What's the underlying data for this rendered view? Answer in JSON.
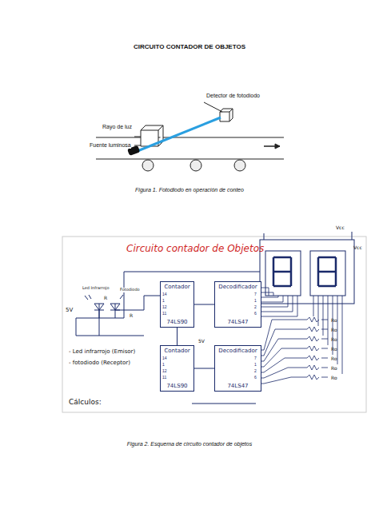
{
  "diagram": {
    "title": "CIRCUITO CONTADOR DE OBJETOS",
    "caption": "Figura 2. Esquema de circuito contador de objetos",
    "nodes": [
      {
        "text": [
          "Contador",
          "74LS90"
        ]
      },
      {
        "text": [
          "Decodificador",
          "74LS47"
        ]
      },
      {
        "text": [
          "Contador",
          "74LS90"
        ]
      },
      {
        "text": [
          "Decodificador",
          "74LS47"
        ]
      }
    ],
    "edges": [
      {
        "from": 0,
        "to": 1,
        "arrow": "none"
      },
      {
        "from": 2,
        "to": 3,
        "arrow": "none"
      },
      {
        "from": 0,
        "to": 2,
        "arrow": "none"
      }
    ],
    "labels": [
      "Detector de fotodiodo",
      "Rayo de luz",
      "Fuente luminosa",
      "Figura 1. Fotodiodo en operación de conteo",
      "Circuito contador de Objetos",
      "5V",
      "Led Infrarrojo",
      "Fotodiodo",
      "R",
      "R",
      "5V",
      "Vcc",
      "Vcc",
      "Ro",
      "Ro",
      "Ro",
      "Ro",
      "Ro",
      "Ro",
      "Ro",
      "- Led infrarrojo (Emisor)",
      "- fotodiodo (Receptor)",
      "Cálculos:",
      "14",
      "1",
      "12",
      "11",
      "7",
      "1",
      "2",
      "6",
      "14",
      "1",
      "12",
      "11",
      "7",
      "1",
      "2",
      "6"
    ]
  }
}
